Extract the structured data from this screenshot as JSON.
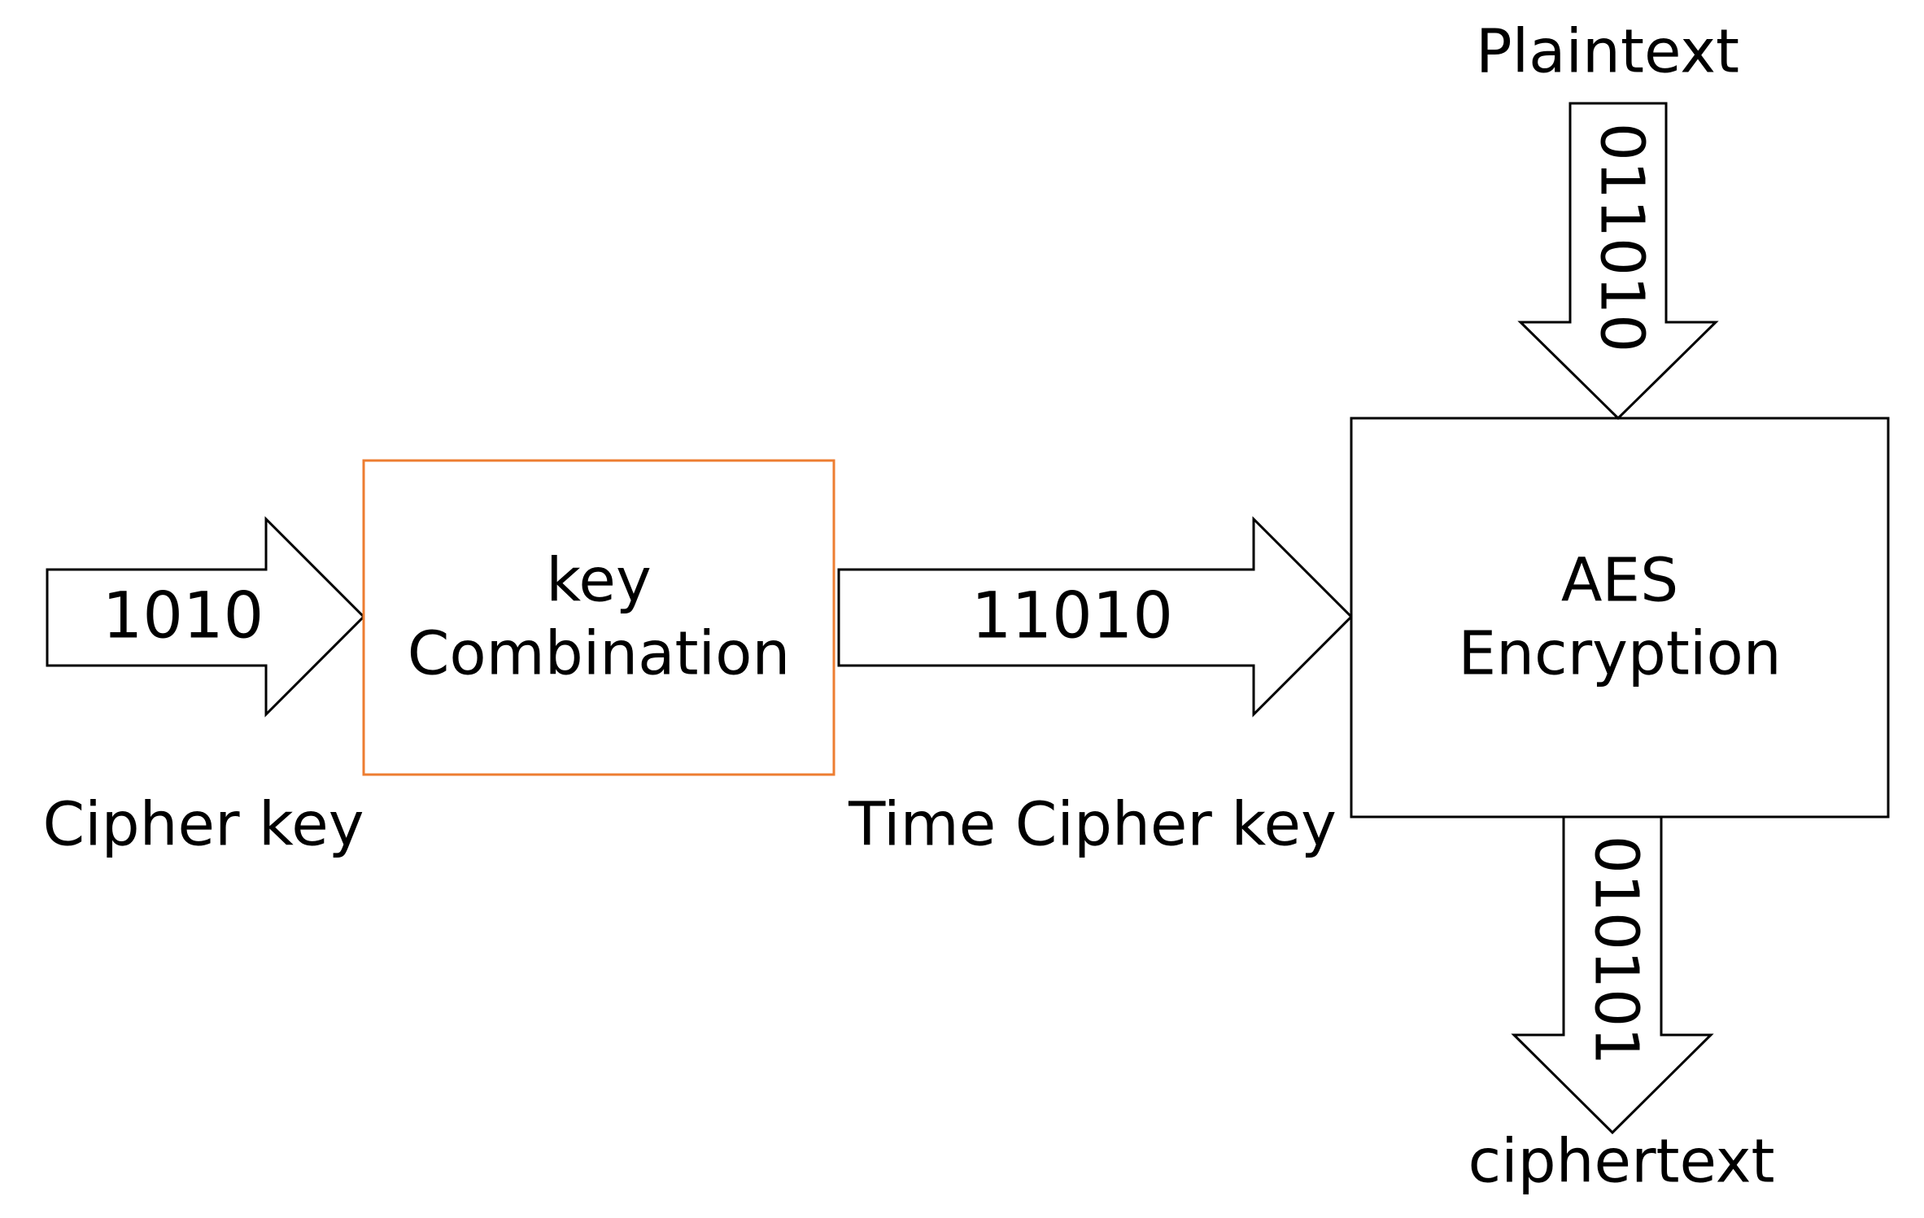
{
  "colors": {
    "key_combination_border": "#ED7D31",
    "aes_border": "#000000",
    "text": "#000000",
    "background": "#FFFFFF"
  },
  "arrows": {
    "cipher_key_bits": "1010",
    "time_cipher_key_bits": "11010",
    "plaintext_bits": "011010",
    "ciphertext_bits": "010101"
  },
  "boxes": {
    "key_combination": {
      "line1": "key",
      "line2": "Combination"
    },
    "aes_encryption": {
      "line1": "AES",
      "line2": "Encryption"
    }
  },
  "labels": {
    "cipher_key": "Cipher key",
    "time_cipher_key": "Time Cipher key",
    "plaintext": "Plaintext",
    "ciphertext": "ciphertext"
  }
}
